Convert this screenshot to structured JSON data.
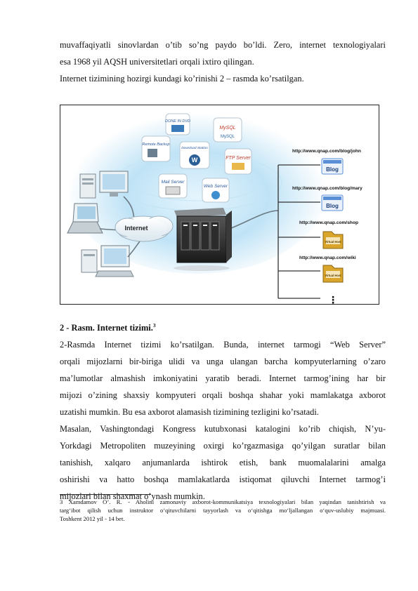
{
  "intro": {
    "line1": "muvaffaqiyatli sinovlardan o’tib so’ng paydo bo’ldi. Zero, internet  texnologiyalari",
    "line2": "esa 1968 yil AQSH universitetlari orqali ixtiro qilingan.",
    "line3": "Internet tizimining hozirgi kundagi ko’rinishi 2 – rasmda ko’rsatilgan."
  },
  "figure": {
    "internet_label": "Internet",
    "bubbles": [
      "DONE IN DVD",
      "MySQL",
      "Remote Backup",
      "Download Station",
      "FTP Server",
      "Mail Server",
      "Web Server"
    ],
    "urls": [
      "http://www.qnap.com/blog/john",
      "http://www.qnap.com/blog/mary",
      "http://www.qnap.com/shop",
      "http://www.qnap.com/wiki"
    ],
    "blog_label": "Blog",
    "vhost_label": "Virtual Host",
    "ellipsis": "⋮"
  },
  "caption": {
    "text": "2 - Rasm. Internet tizimi.",
    "footnote_ref": "3"
  },
  "body": {
    "p1_l1": "2-Rasmda  Internet  tizimi  ko’rsatilgan.  Bunda,  internet  tarmogi  “Web  Server”",
    "p1_l2": "orqali mijozlarni bir-biriga ulidi va unga ulangan barcha kompyuterlarning o’zaro",
    "p1_l3": "ma’lumotlar  almashish  imkoniyatini  yaratib  beradi.  Internet  tarmog’ining  har  bir",
    "p1_l4": "mijozi o’zining shaxsiy kompyuteri orqali boshqa shahar yoki mamlakatga axborot",
    "p1_l5": "uzatishi mumkin. Bu esa axborot alamasish tizimining tezligini ko’rsatadi.",
    "p2_l1": "Masalan,  Vashingtondagi  Kongress  kutubxonasi  katalogini  ko’rib  chiqish,  N’yu-",
    "p2_l2": "Yorkdagi  Metropoliten  muzeyining  oxirgi  ko’rgazmasiga  qo’yilgan  suratlar  bilan",
    "p2_l3": "tanishish,    xalqaro    anjumanlarda    ishtirok    etish,    bank    muomalalarini    amalga",
    "p2_l4": "oshirishi    va    hatto    boshqa    mamlakatlarda    istiqomat    qiluvchi    Internet    tarmog’i",
    "p2_l5": "mijozlari bilan shaxmat o’ynash mumkin."
  },
  "footnote": {
    "l1": "3 Xamdamov  O’. R. - Aholini zamonaviy axborot-kommunikatsiya texnologiyalari bilan yaqindan tanishtirish va",
    "l2": "targ‘ibot  qilish  uchun  instruktor  o‘qituvchilarni  tayyorlash  va  o‘qitishga  mo‘ljallangan  o‘quv-uslubiy  majmuasi.",
    "l3": "Toshkent 2012 yil - 14 bet."
  },
  "colors": {
    "glow": "#9fd3ef",
    "folder": "#d9a52b",
    "blog_blue": "#5a8fd8"
  }
}
